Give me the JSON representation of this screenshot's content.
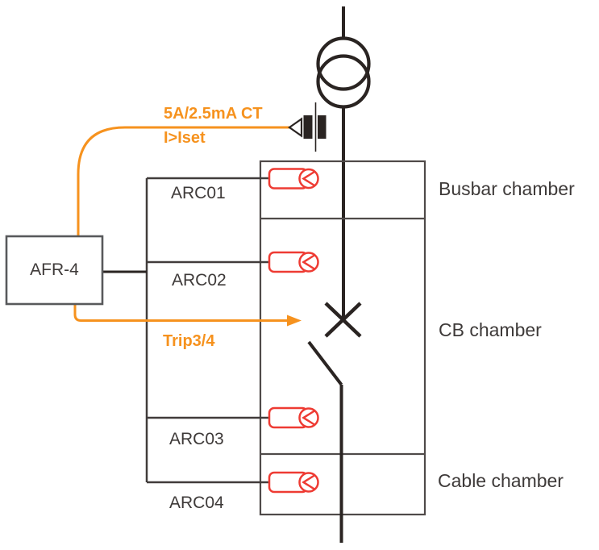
{
  "colors": {
    "orange": "#F6921E",
    "red": "#EE3B33",
    "line_dark": "#2A2422",
    "line_gray": "#4F4A49",
    "text": "#3E3A39"
  },
  "labels": {
    "ct_ratio": "5A/2.5mA CT",
    "ct_condition": "I>Iset",
    "trip": "Trip3/4",
    "relay": "AFR-4",
    "sensors": [
      "ARC01",
      "ARC02",
      "ARC03",
      "ARC04"
    ],
    "chambers": [
      "Busbar chamber",
      "CB chamber",
      "Cable chamber"
    ]
  },
  "icons": {
    "transformer_icon": "two-overlapping-circles",
    "ct_coupler_icon": "triangle-with-two-bars",
    "arc_sensor_icon": "red-flag-with-notched-circle",
    "breaker_x_icon": "x-cross-contact",
    "switch_icon": "open-switch-diagonal",
    "trip_arrow_icon": "orange-right-arrow"
  }
}
